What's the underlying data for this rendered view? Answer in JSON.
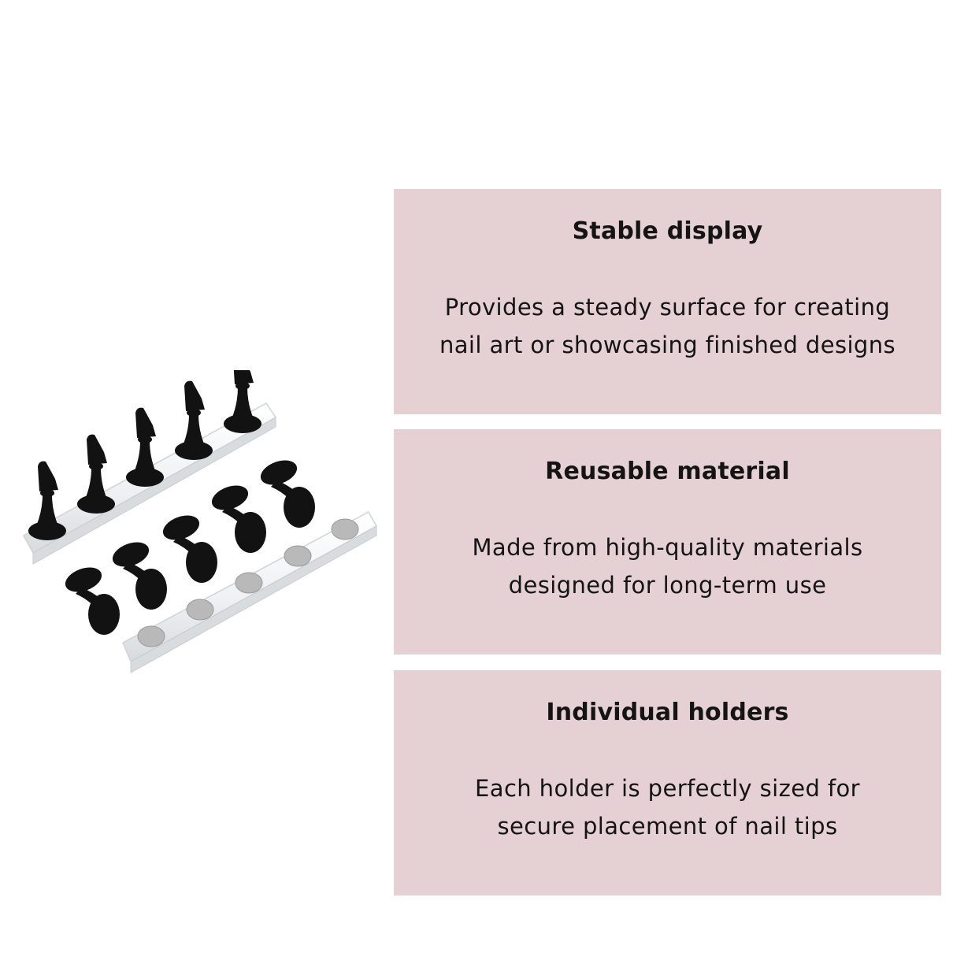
{
  "cards": [
    {
      "title": "Stable display",
      "body_lines": [
        "Provides a steady surface for creating",
        "nail art or showcasing finished designs"
      ]
    },
    {
      "title": "Reusable material",
      "body_lines": [
        "Made from high-quality materials",
        "designed for long-term use"
      ]
    },
    {
      "title": "Individual holders",
      "body_lines": [
        "Each holder is perfectly sized for",
        "secure placement of nail tips"
      ]
    }
  ],
  "colors": {
    "card_background": "#e5d0d4",
    "text": "#141414",
    "holder": "#121212",
    "magnet": "#b9b9b9"
  }
}
